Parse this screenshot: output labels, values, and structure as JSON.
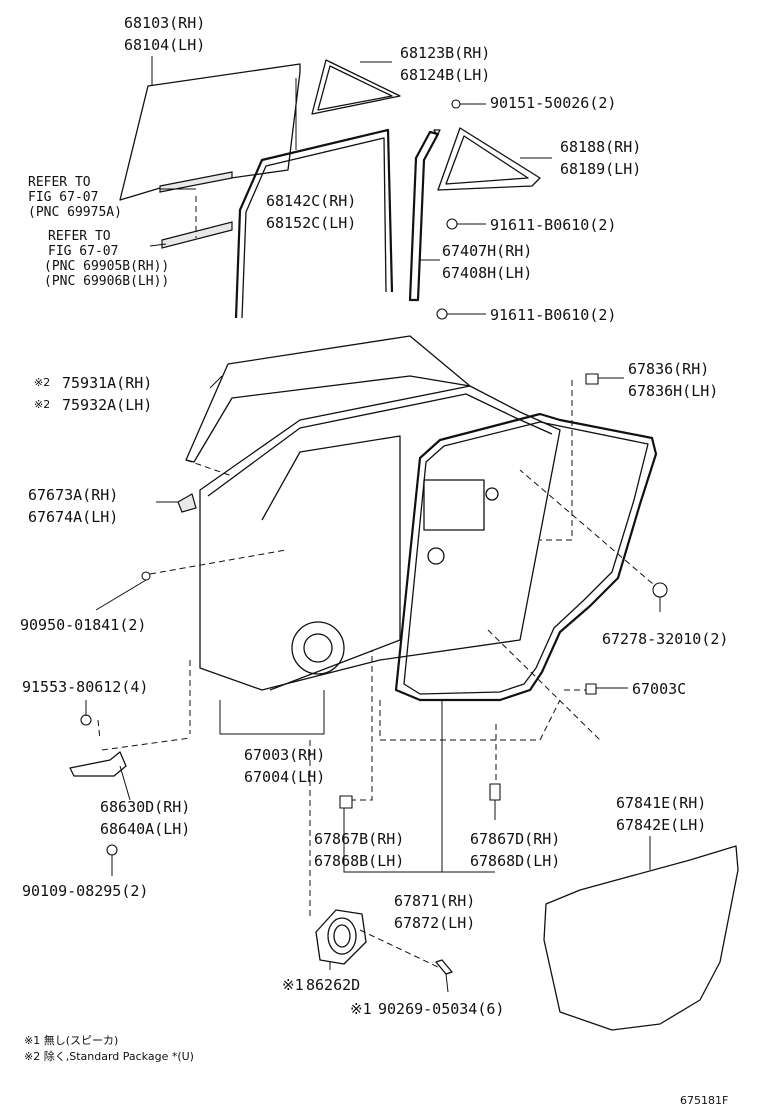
{
  "figure_id": "675181F",
  "labels": {
    "glass_rh": "68103(RH)",
    "glass_lh": "68104(LH)",
    "qglass_rh": "68123B(RH)",
    "qglass_lh": "68124B(LH)",
    "bolt_90151": "90151-50026(2)",
    "frame_rh": "68188(RH)",
    "frame_lh": "68189(LH)",
    "refer1_a": "REFER TO",
    "refer1_b": "FIG 67-07",
    "refer1_c": "(PNC 69975A)",
    "refer2_a": "REFER TO",
    "refer2_b": "FIG 67-07",
    "refer2_c": "(PNC 69905B(RH))",
    "refer2_d": "(PNC 69906B(LH))",
    "run_rh": "68142C(RH)",
    "run_lh": "68152C(LH)",
    "bolt_91611_a": "91611-B0610(2)",
    "sash_rh": "67407H(RH)",
    "sash_lh": "67408H(LH)",
    "bolt_91611_b": "91611-B0610(2)",
    "clip_rh": "67836(RH)",
    "clip_lh": "67836H(LH)",
    "mould_rh": "75931A(RH)",
    "mould_lh": "75932A(LH)",
    "mould_mark": "※2",
    "stopper_rh": "67673A(RH)",
    "stopper_lh": "67674A(LH)",
    "bolt_90950": "90950-01841(2)",
    "plug_67278": "67278-32010(2)",
    "bolt_91553": "91553-80612(4)",
    "clip_67003c": "67003C",
    "panel_rh": "67003(RH)",
    "panel_lh": "67004(LH)",
    "check_rh": "68630D(RH)",
    "check_lh": "68640A(LH)",
    "cover_rh": "67841E(RH)",
    "cover_lh": "67842E(LH)",
    "wsb_rh": "67867B(RH)",
    "wsb_lh": "67868B(LH)",
    "wsd_rh": "67867D(RH)",
    "wsd_lh": "67868D(LH)",
    "bolt_90109": "90109-08295(2)",
    "wstrip_rh": "67871(RH)",
    "wstrip_lh": "67872(LH)",
    "speaker": "86262D",
    "speaker_mark": "※1",
    "screw_90269": "90269-05034(6)",
    "screw_mark": "※1",
    "note1": "※1 無し(スピーカ)",
    "note2": "※2 除く,Standard Package *(U)"
  },
  "icons": [
    "bolt-icon",
    "clip-icon",
    "grommet-icon"
  ]
}
